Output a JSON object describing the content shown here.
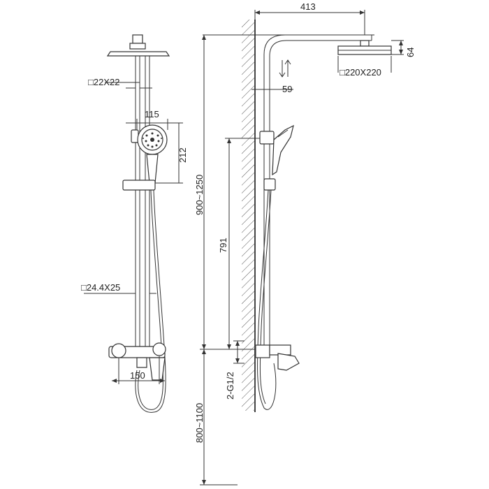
{
  "dimensions": {
    "arm_reach": "413",
    "head_height": "64",
    "head_size": "□220X220",
    "upper_pipe": "□22X22",
    "arm_offset": "59",
    "handshower_width": "115",
    "handshower_height": "212",
    "total_height_range": "900~1250",
    "holder_to_inlet": "791",
    "lower_pipe": "□24.4X25",
    "inlet_spacing": "150",
    "inlet_thread": "2-G1/2",
    "install_height": "800~1100"
  }
}
